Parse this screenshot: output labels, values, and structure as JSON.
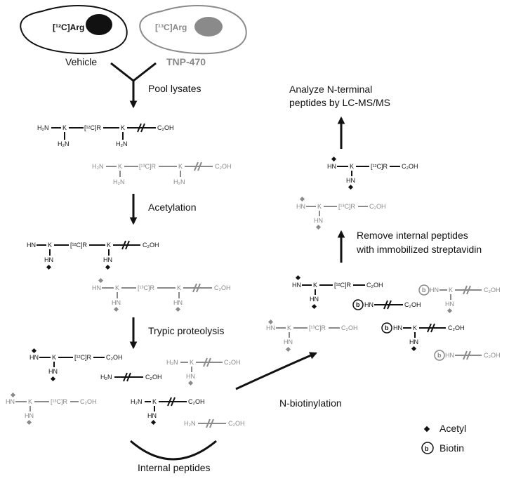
{
  "cells": {
    "vehicle": {
      "label": "[¹²C]Arg",
      "caption": "Vehicle"
    },
    "tnp": {
      "label": "[¹³C]Arg",
      "caption": "TNP-470"
    }
  },
  "steps": {
    "pool": "Pool lysates",
    "acetylation": "Acetylation",
    "trypsin": "Trypic proteolysis",
    "internal": "Internal peptides",
    "biotin": "N-biotinylation",
    "remove_line1": "Remove internal peptides",
    "remove_line2": "with immobilized streptavidin",
    "analyze_line1": "Analyze N-terminal",
    "analyze_line2": "peptides by LC-MS/MS"
  },
  "legend": {
    "acetyl": "Acetyl",
    "biotin": "Biotin",
    "biotin_symbol": "b"
  },
  "chem": {
    "h2n": "H₂N",
    "hn": "HN",
    "k": "K",
    "co2h": "C₂OH",
    "r12": "[¹²C]R",
    "r13": "[¹³C]R"
  }
}
